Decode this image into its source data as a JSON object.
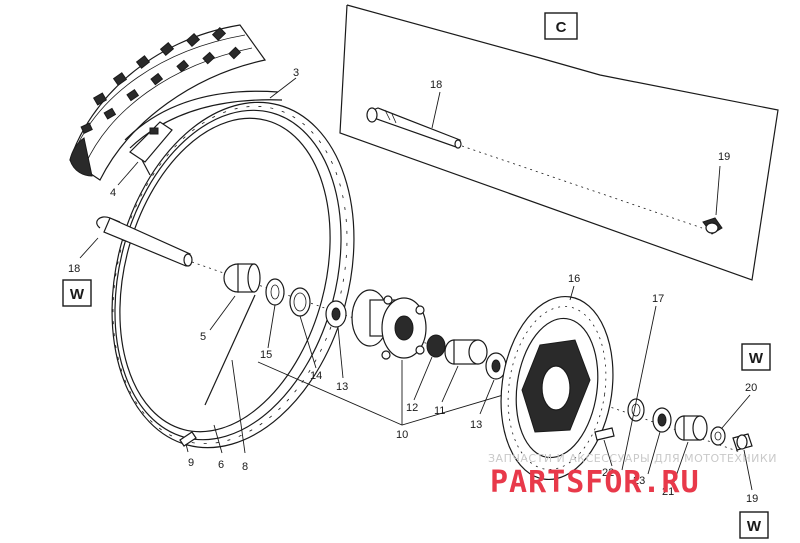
{
  "callouts": {
    "c3": "3",
    "c4": "4",
    "c18_left": "18",
    "c18_top": "18",
    "c19_top": "19",
    "c5": "5",
    "c15": "15",
    "c14": "14",
    "c13a": "13",
    "c12": "12",
    "c11": "11",
    "c13b": "13",
    "c10": "10",
    "c16": "16",
    "c17": "17",
    "c22": "22",
    "c23": "23",
    "c21": "21",
    "c20": "20",
    "c19_bottom": "19",
    "c9": "9",
    "c6": "6",
    "c8": "8"
  },
  "boxes": {
    "c_box": "C",
    "w_left": "W",
    "w_right": "W",
    "w_bottom": "W"
  },
  "watermark": {
    "subtitle": "ЗАПЧАСТИ И АКСЕССУАРЫ ДЛЯ МОТОТЕХНИКИ",
    "brand": "PARTSFOR.RU",
    "colors": {
      "brand_red": "#e8394a",
      "subtitle_gray": "#c9c9c9"
    }
  }
}
